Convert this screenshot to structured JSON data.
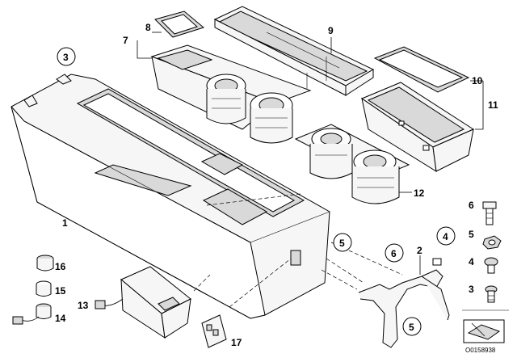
{
  "callouts": {
    "c1": "1",
    "c2": "2",
    "c3": "3",
    "c4": "4",
    "c5": "5",
    "c6": "6",
    "c7": "7",
    "c8": "8",
    "c9": "9",
    "c10": "10",
    "c11": "11",
    "c12": "12",
    "c13": "13",
    "c14": "14",
    "c15": "15",
    "c16": "16",
    "c17": "17",
    "r6": "6",
    "r5": "5",
    "r4": "4",
    "r3": "3"
  },
  "circled": {
    "a3": "3",
    "a5": "5",
    "a6": "6",
    "a4": "4",
    "a5b": "5"
  },
  "diagram_id": "O0158938"
}
